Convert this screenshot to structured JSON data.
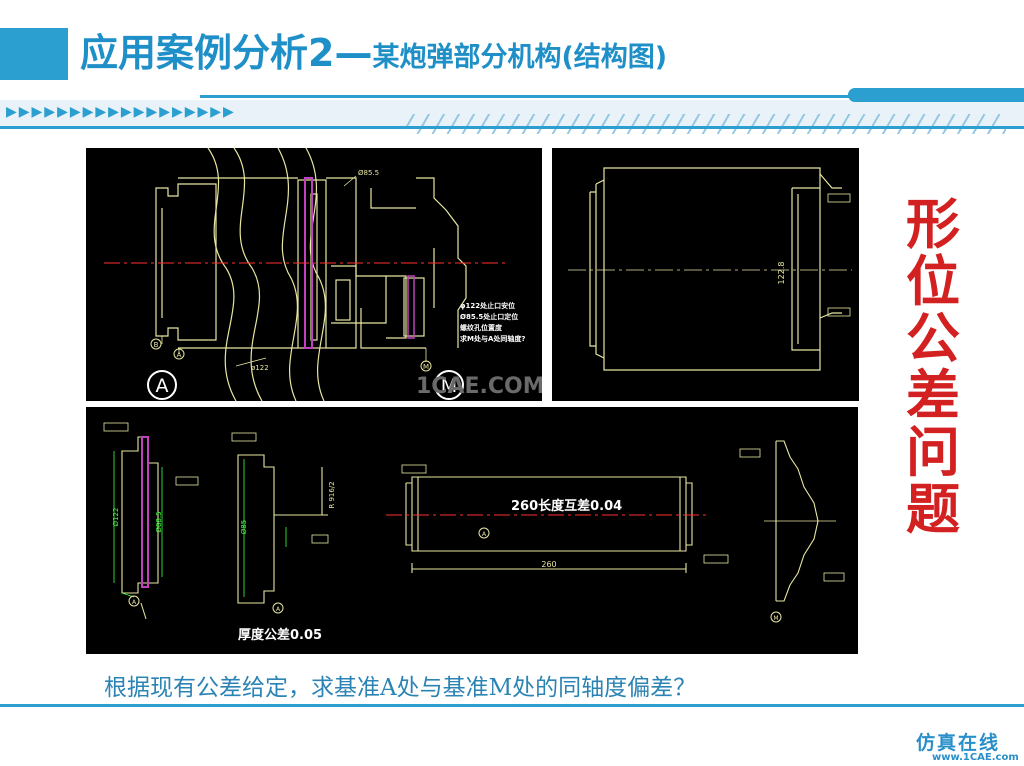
{
  "header": {
    "title_main": "应用案例分析2—",
    "title_sub": "某炮弹部分机构(结构图)",
    "arrows": "▶▶▶▶▶▶▶▶▶▶▶▶▶▶▶▶▶▶"
  },
  "side_title": [
    "形",
    "位",
    "公",
    "差",
    "问",
    "题"
  ],
  "panel1": {
    "note_lines": [
      "φ122处止口安位",
      "Ø85.5处止口定位",
      "螺纹孔位置度",
      "求M处与A处同轴度?"
    ],
    "dia_label": "Ø85.5",
    "small_label": "ø122",
    "circle_a": "A",
    "circle_m": "M",
    "datum_b": "B",
    "datum_a": "A",
    "datum_m": "M",
    "watermark": "1CAE.COM"
  },
  "panel2": {
    "dim_label": "122.8"
  },
  "panel3": {
    "length_tol": "260长度互差0.04",
    "dim_260": "260",
    "thickness_tol": "厚度公差0.05",
    "dim_r": "R 916/2",
    "dim_a": "Ø122",
    "dim_b": "Ø88.5",
    "dim_c": "Ø85",
    "datum_a": "A",
    "datum_m": "M"
  },
  "question": "根据现有公差给定，求基准A处与基准M处的同轴度偏差？",
  "logo": {
    "cn": "仿真在线",
    "url": "www.1CAE.com"
  },
  "colors": {
    "accent": "#2a9fd0",
    "side_title": "#d32020",
    "cad_bg": "#000000",
    "cad_line": "#e8e6a0",
    "cad_magenta": "#c040c0",
    "cad_red": "#ff3030",
    "cad_green": "#40ff40"
  }
}
